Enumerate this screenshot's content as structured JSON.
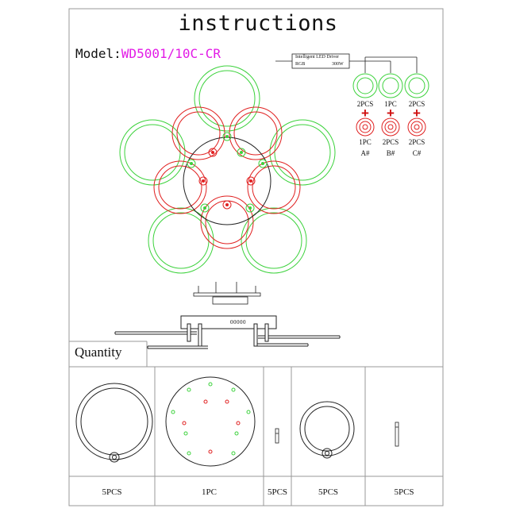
{
  "title": "instructions",
  "model": {
    "label": "Model:",
    "value": "WD5001/10C-CR",
    "value_color": "#e21ae6"
  },
  "driver": {
    "name": "Intelligent LED Driver",
    "spec_left": "RGB",
    "spec_right": "300W"
  },
  "connections": [
    {
      "top_qty": "2PCS",
      "bottom_qty": "1PC",
      "group": "A#"
    },
    {
      "top_qty": "1PC",
      "bottom_qty": "2PCS",
      "group": "B#"
    },
    {
      "top_qty": "2PCS",
      "bottom_qty": "2PCS",
      "group": "C#"
    }
  ],
  "plus_sign": "+",
  "controller_display": "00000",
  "quantity": {
    "heading": "Quantity",
    "items": [
      {
        "name": "large ring",
        "qty": "5PCS"
      },
      {
        "name": "canopy plate",
        "qty": "1PC"
      },
      {
        "name": "short rod",
        "qty": "5PCS"
      },
      {
        "name": "small ring",
        "qty": "5PCS"
      },
      {
        "name": "long rod",
        "qty": "5PCS"
      }
    ]
  },
  "colors": {
    "green": "#3cd23c",
    "red": "#e02020",
    "line": "#222222"
  }
}
